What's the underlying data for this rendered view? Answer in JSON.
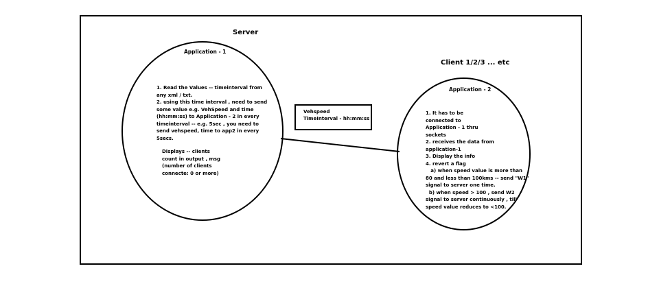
{
  "server": {
    "title": "Server",
    "app_label": "Application - 1",
    "text_main": "1. Read the Values -- timeinterval from\nany xml / txt.\n2. using this time interval , need to send\nsome value e.g. VehSpeed and time\n(hh:mm:ss) to Application - 2 in every\ntimeinterval -- e.g. 5sec , you need to\nsend vehspeed, time to app2 in every\n5secs.",
    "text_display": "Displays -- clients\ncount in output , msg\n(number of clients\nconnecte: 0 or more)"
  },
  "message": {
    "line1": "Vehspeed",
    "line2": "TimeInterval - hh:mm:ss"
  },
  "client": {
    "title": "Client 1/2/3 ... etc",
    "app_label": "Application - 2",
    "text": "1. It has to be\nconnected to\nApplication - 1 thru\nsockets\n2. receives the data from\napplication-1\n3. Display the info\n4. revert a flag\n   a) when speed value is more than\n80 and less than 100kms -- send \"W1\"\nsignal to server one time.\n  b) when speed > 100 , send W2\nsignal to server continuously , till\nspeed value reduces to <100."
  }
}
